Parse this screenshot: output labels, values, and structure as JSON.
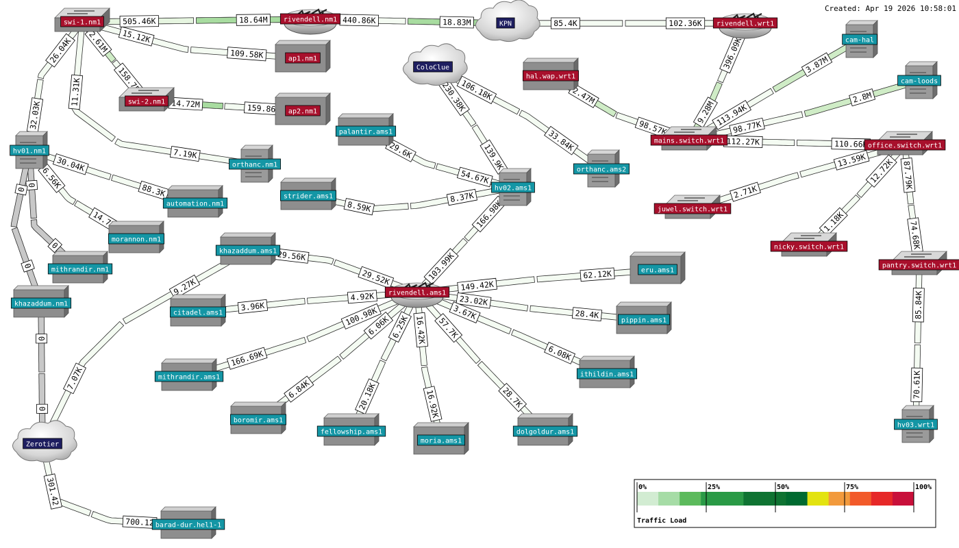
{
  "created": "Created: Apr 19 2026 10:58:01",
  "colors": {
    "red": "#a8102c",
    "teal": "#1496a5",
    "navy": "#1e1e60"
  },
  "legend": {
    "title": "Traffic Load",
    "ticks": [
      "0%",
      "25%",
      "50%",
      "75%",
      "100%"
    ],
    "colors": [
      "#d2ecd2",
      "#a6dca6",
      "#5cba5c",
      "#2a9a46",
      "#2a9a46",
      "#0f7332",
      "#0f7332",
      "#006a30",
      "#e3e310",
      "#f29a3c",
      "#f25a2a",
      "#e62828",
      "#c8103a"
    ]
  },
  "nodes": [
    {
      "id": "swi-1.nm1",
      "label": "swi-1.nm1",
      "kind": "switch",
      "color": "red"
    },
    {
      "id": "rivendell.nm1",
      "label": "rivendell.nm1",
      "kind": "router",
      "color": "red"
    },
    {
      "id": "kpn",
      "label": "KPN",
      "kind": "cloud",
      "color": "navy"
    },
    {
      "id": "rivendell.wrt1",
      "label": "rivendell.wrt1",
      "kind": "router",
      "color": "red"
    },
    {
      "id": "cam-hal",
      "label": "cam-hal",
      "kind": "server",
      "color": "teal"
    },
    {
      "id": "ap1.nm1",
      "label": "ap1.nm1",
      "kind": "box",
      "color": "red"
    },
    {
      "id": "swi-2.nm1",
      "label": "swi-2.nm1",
      "kind": "switch",
      "color": "red"
    },
    {
      "id": "ap2.nm1",
      "label": "ap2.nm1",
      "kind": "box",
      "color": "red"
    },
    {
      "id": "coloclue",
      "label": "ColoClue",
      "kind": "cloud",
      "color": "navy"
    },
    {
      "id": "hal.wap.wrt1",
      "label": "hal.wap.wrt1",
      "kind": "box",
      "color": "red"
    },
    {
      "id": "cam-loods",
      "label": "cam-loods",
      "kind": "server",
      "color": "teal"
    },
    {
      "id": "hv01.nm1",
      "label": "hv01.nm1",
      "kind": "server",
      "color": "teal"
    },
    {
      "id": "palantir.ams1",
      "label": "palantir.ams1",
      "kind": "box",
      "color": "teal"
    },
    {
      "id": "mains.switch.wrt1",
      "label": "mains.switch.wrt1",
      "kind": "switch",
      "color": "red"
    },
    {
      "id": "office.switch.wrt1",
      "label": "office.switch.wrt1",
      "kind": "switch",
      "color": "red"
    },
    {
      "id": "orthanc.nm1",
      "label": "orthanc.nm1",
      "kind": "server",
      "color": "teal"
    },
    {
      "id": "orthanc.ams2",
      "label": "orthanc.ams2",
      "kind": "server",
      "color": "teal"
    },
    {
      "id": "hv02.ams1",
      "label": "hv02.ams1",
      "kind": "server",
      "color": "teal"
    },
    {
      "id": "strider.ams1",
      "label": "strider.ams1",
      "kind": "box",
      "color": "teal"
    },
    {
      "id": "automation.nm1",
      "label": "automation.nm1",
      "kind": "box",
      "color": "teal"
    },
    {
      "id": "juwel.switch.wrt1",
      "label": "juwel.switch.wrt1",
      "kind": "switch",
      "color": "red"
    },
    {
      "id": "morannon.nm1",
      "label": "morannon.nm1",
      "kind": "box",
      "color": "teal"
    },
    {
      "id": "nicky.switch.wrt1",
      "label": "nicky.switch.wrt1",
      "kind": "switch",
      "color": "red"
    },
    {
      "id": "khazaddum.ams1",
      "label": "khazaddum.ams1",
      "kind": "box",
      "color": "teal"
    },
    {
      "id": "mithrandir.nm1",
      "label": "mithrandir.nm1",
      "kind": "box",
      "color": "teal"
    },
    {
      "id": "pantry.switch.wrt1",
      "label": "pantry.switch.wrt1",
      "kind": "switch",
      "color": "red"
    },
    {
      "id": "eru.ams1",
      "label": "eru.ams1",
      "kind": "box",
      "color": "teal"
    },
    {
      "id": "rivendell.ams1",
      "label": "rivendell.ams1",
      "kind": "router",
      "color": "red"
    },
    {
      "id": "citadel.ams1",
      "label": "citadel.ams1",
      "kind": "box",
      "color": "teal"
    },
    {
      "id": "khazaddum.nm1",
      "label": "khazaddum.nm1",
      "kind": "box",
      "color": "teal"
    },
    {
      "id": "pippin.ams1",
      "label": "pippin.ams1",
      "kind": "box",
      "color": "teal"
    },
    {
      "id": "mithrandir.ams1",
      "label": "mithrandir.ams1",
      "kind": "box",
      "color": "teal"
    },
    {
      "id": "ithildin.ams1",
      "label": "ithildin.ams1",
      "kind": "box",
      "color": "teal"
    },
    {
      "id": "boromir.ams1",
      "label": "boromir.ams1",
      "kind": "box",
      "color": "teal"
    },
    {
      "id": "fellowship.ams1",
      "label": "fellowship.ams1",
      "kind": "box",
      "color": "teal"
    },
    {
      "id": "moria.ams1",
      "label": "moria.ams1",
      "kind": "box",
      "color": "teal"
    },
    {
      "id": "dolgoldur.ams1",
      "label": "dolgoldur.ams1",
      "kind": "box",
      "color": "teal"
    },
    {
      "id": "hv03.wrt1",
      "label": "hv03.wrt1",
      "kind": "server",
      "color": "teal"
    },
    {
      "id": "zerotier",
      "label": "Zerotier",
      "kind": "cloud",
      "color": "navy"
    },
    {
      "id": "barad-dur.hel1-1",
      "label": "barad-dur.hel1-1",
      "kind": "box",
      "color": "teal"
    }
  ],
  "links": [
    {
      "a": "swi-1.nm1",
      "b": "rivendell.nm1",
      "in": "505.46K",
      "out": "18.64M"
    },
    {
      "a": "rivendell.nm1",
      "b": "kpn",
      "in": "440.86K",
      "out": "18.83M"
    },
    {
      "a": "kpn",
      "b": "rivendell.wrt1",
      "in": "85.4K",
      "out": "102.36K"
    },
    {
      "a": "swi-1.nm1",
      "b": "ap1.nm1",
      "in": "15.12K",
      "out": "109.58K"
    },
    {
      "a": "swi-1.nm1",
      "b": "swi-2.nm1",
      "in": "2.61M",
      "out": "158.75K"
    },
    {
      "a": "swi-2.nm1",
      "b": "ap2.nm1",
      "in": "14.72M",
      "out": "159.86K"
    },
    {
      "a": "swi-1.nm1",
      "b": "hv01.nm1",
      "in": "26.04K",
      "out": "32.03K"
    },
    {
      "a": "swi-1.nm1",
      "b": "orthanc.nm1",
      "in": "11.31K",
      "out": "7.19K"
    },
    {
      "a": "rivendell.wrt1",
      "b": "mains.switch.wrt1",
      "in": "396.09K",
      "out": "9.28M"
    },
    {
      "a": "mains.switch.wrt1",
      "b": "cam-hal",
      "in": "113.94K",
      "out": "3.87M"
    },
    {
      "a": "mains.switch.wrt1",
      "b": "cam-loods",
      "in": "98.77K",
      "out": "2.8M"
    },
    {
      "a": "hal.wap.wrt1",
      "b": "mains.switch.wrt1",
      "in": "2.47M",
      "out": "98.57K"
    },
    {
      "a": "mains.switch.wrt1",
      "b": "office.switch.wrt1",
      "in": "112.27K",
      "out": "110.66K"
    },
    {
      "a": "office.switch.wrt1",
      "b": "juwel.switch.wrt1",
      "in": "13.59K",
      "out": "2.71K"
    },
    {
      "a": "office.switch.wrt1",
      "b": "nicky.switch.wrt1",
      "in": "12.72K",
      "out": "1.18K"
    },
    {
      "a": "office.switch.wrt1",
      "b": "pantry.switch.wrt1",
      "in": "87.79K",
      "out": "74.68K"
    },
    {
      "a": "pantry.switch.wrt1",
      "b": "hv03.wrt1",
      "in": "85.84K",
      "out": "70.61K"
    },
    {
      "a": "coloclue",
      "b": "hv02.ams1",
      "in": "230.38K",
      "out": "139.9K"
    },
    {
      "a": "coloclue",
      "b": "orthanc.ams2",
      "in": "106.18K",
      "out": "33.84K"
    },
    {
      "a": "palantir.ams1",
      "b": "hv02.ams1",
      "in": "29.6K",
      "out": "54.67K"
    },
    {
      "a": "strider.ams1",
      "b": "hv02.ams1",
      "in": "8.59K",
      "out": "8.37K"
    },
    {
      "a": "hv02.ams1",
      "b": "rivendell.ams1",
      "in": "166.98K",
      "out": "103.99K"
    },
    {
      "a": "hv01.nm1",
      "b": "automation.nm1",
      "in": "30.04K",
      "out": "88.3K"
    },
    {
      "a": "hv01.nm1",
      "b": "morannon.nm1",
      "in": "6.56K",
      "out": "14.77K"
    },
    {
      "a": "hv01.nm1",
      "b": "mithrandir.nm1",
      "in": "0",
      "out": "0"
    },
    {
      "a": "hv01.nm1",
      "b": "khazaddum.nm1",
      "in": "0",
      "out": "0"
    },
    {
      "a": "khazaddum.nm1",
      "b": "zerotier",
      "in": "0",
      "out": "0"
    },
    {
      "a": "khazaddum.ams1",
      "b": "rivendell.ams1",
      "in": "29.56K",
      "out": "29.52K"
    },
    {
      "a": "khazaddum.ams1",
      "b": "zerotier",
      "in": "9.27K",
      "out": "7.07K"
    },
    {
      "a": "citadel.ams1",
      "b": "rivendell.ams1",
      "in": "3.96K",
      "out": "4.92K"
    },
    {
      "a": "rivendell.ams1",
      "b": "eru.ams1",
      "in": "149.42K",
      "out": "62.12K"
    },
    {
      "a": "rivendell.ams1",
      "b": "pippin.ams1",
      "in": "23.02K",
      "out": "28.4K"
    },
    {
      "a": "rivendell.ams1",
      "b": "ithildin.ams1",
      "in": "3.67K",
      "out": "6.08K"
    },
    {
      "a": "rivendell.ams1",
      "b": "mithrandir.ams1",
      "in": "100.98K",
      "out": "166.69K"
    },
    {
      "a": "rivendell.ams1",
      "b": "boromir.ams1",
      "in": "6.06K",
      "out": "6.84K"
    },
    {
      "a": "rivendell.ams1",
      "b": "fellowship.ams1",
      "in": "6.25K",
      "out": "20.18K"
    },
    {
      "a": "rivendell.ams1",
      "b": "moria.ams1",
      "in": "16.42K",
      "out": "16.92K"
    },
    {
      "a": "rivendell.ams1",
      "b": "dolgoldur.ams1",
      "in": "57.7K",
      "out": "28.7K"
    },
    {
      "a": "zerotier",
      "b": "barad-dur.hel1-1",
      "in": "301.42",
      "out": "700.12"
    }
  ]
}
